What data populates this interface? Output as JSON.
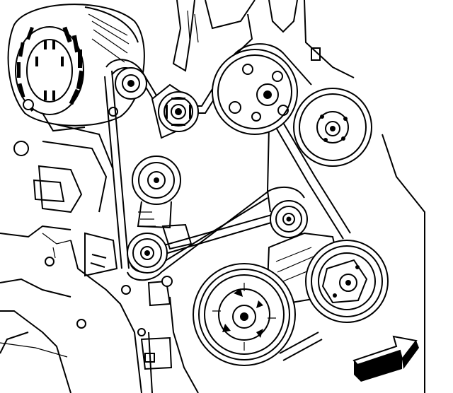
{
  "diagram": {
    "kind": "engine accessory drive belt routing",
    "components": [
      {
        "id": "generator",
        "icon": "generator-icon"
      },
      {
        "id": "belt-tensioner",
        "icon": "tensioner-pulley-icon"
      },
      {
        "id": "idler-upper",
        "icon": "idler-pulley-icon"
      },
      {
        "id": "power-steering-pump",
        "icon": "pulley-icon"
      },
      {
        "id": "water-pump",
        "icon": "pulley-icon"
      },
      {
        "id": "idler-center",
        "icon": "idler-pulley-icon"
      },
      {
        "id": "idler-lower",
        "icon": "idler-pulley-icon"
      },
      {
        "id": "crankshaft-balancer",
        "icon": "crankshaft-pulley-icon"
      },
      {
        "id": "ac-compressor",
        "icon": "ac-clutch-pulley-icon"
      },
      {
        "id": "engine-front-direction",
        "icon": "arrow-icon"
      }
    ],
    "colors": {
      "line": "#000000",
      "background": "#ffffff"
    }
  }
}
